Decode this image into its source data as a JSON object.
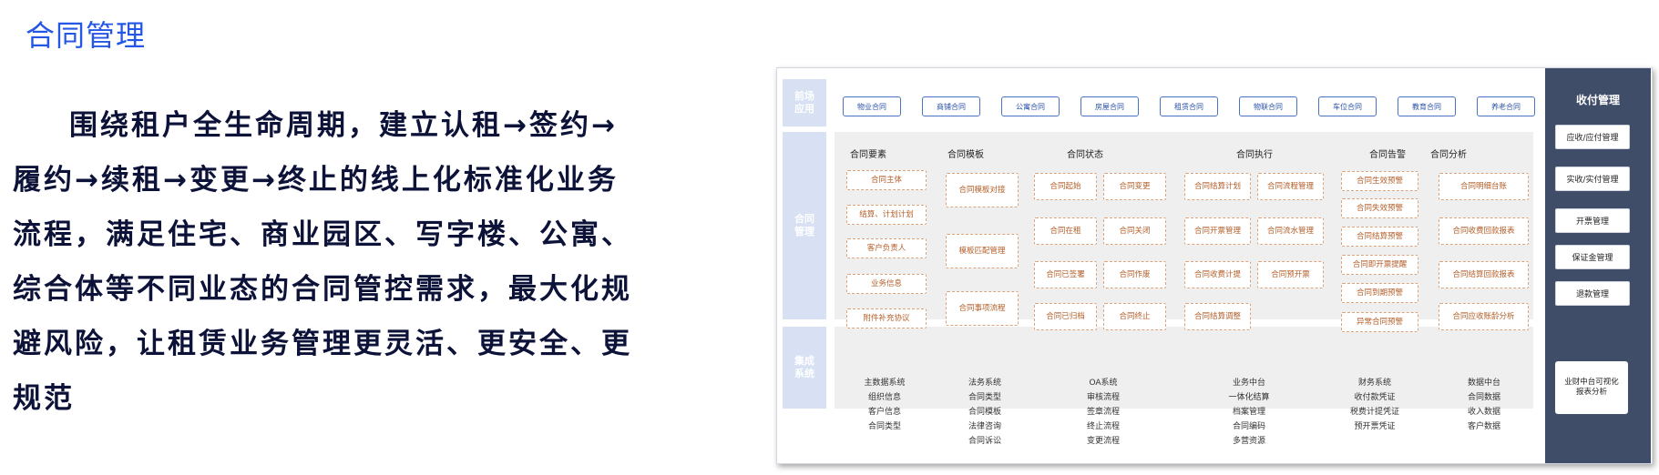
{
  "title": "合同管理",
  "intro": "围绕租户全生命周期，建立认租→签约→履约→续租→变更→终止的线上化标准化业务流程，满足住宅、商业园区、写字楼、公寓、综合体等不同业态的合同管控需求，最大化规避风险，让租赁业务管理更灵活、更安全、更规范",
  "diagram": {
    "rows": {
      "top_label": "前场\n应用",
      "main_label": "合同\n管理",
      "bottom_label": "集成\n系统"
    },
    "top_buttons": [
      "物业合同",
      "商铺合同",
      "公寓合同",
      "房屋合同",
      "租赁合同",
      "物联合同",
      "车位合同",
      "教育合同",
      "养老合同"
    ],
    "columns": [
      {
        "header": "合同要素",
        "items": [
          "合同主体",
          "结算、计划计划",
          "客户负责人",
          "业务信息",
          "附件补充协议"
        ]
      },
      {
        "header": "合同模板",
        "items": [
          "合同模板对接",
          "模板匹配管理",
          "合同事项流程"
        ]
      },
      {
        "header": "合同状态",
        "items": [
          "合同起始",
          "合同变更",
          "合同在租",
          "合同关闭",
          "合同已签署",
          "合同作废",
          "合同已归档",
          "合同终止"
        ]
      },
      {
        "header": "合同执行",
        "items": [
          "合同结算计划",
          "合同流程管理",
          "合同开票管理",
          "合同流水管理",
          "合同收费计提",
          "合同预开票",
          "合同结算调整"
        ]
      },
      {
        "header": "合同告警",
        "items": [
          "合同生效预警",
          "合同失效预警",
          "合同结算预警",
          "合同即开票提醒",
          "合同到期预警",
          "异常合同预警"
        ]
      },
      {
        "header": "合同分析",
        "items": [
          "合同明细台账",
          "合同收费回款报表",
          "合同结算回款报表",
          "合同应收账龄分析"
        ]
      }
    ],
    "integrations": [
      [
        "主数据系统",
        "组织信息",
        "客户信息",
        "合同类型"
      ],
      [
        "法务系统",
        "合同类型",
        "合同模板",
        "法律咨询",
        "合同诉讼"
      ],
      [
        "OA系统",
        "审核流程",
        "签章流程",
        "终止流程",
        "变更流程"
      ],
      [
        "业务中台",
        "一体化结算",
        "档案管理",
        "合同编码",
        "多营资源"
      ],
      [
        "财务系统",
        "收付款凭证",
        "税费计提凭证",
        "预开票凭证"
      ],
      [
        "数据中台",
        "合同数据",
        "收入数据",
        "客户数据"
      ]
    ],
    "right_panel": {
      "title": "收付管理",
      "items": [
        "应收/应付管理",
        "实收/实付管理",
        "开票管理",
        "保证金管理",
        "退款管理"
      ],
      "bottom_box": "业财中台可视化\n报表分析"
    }
  },
  "colors": {
    "title": "#2457e6",
    "intro_text": "#0c1238",
    "side_label_bg": "#d7e1f3",
    "right_panel_bg": "#404d69",
    "dash_border": "#d9a37c"
  }
}
